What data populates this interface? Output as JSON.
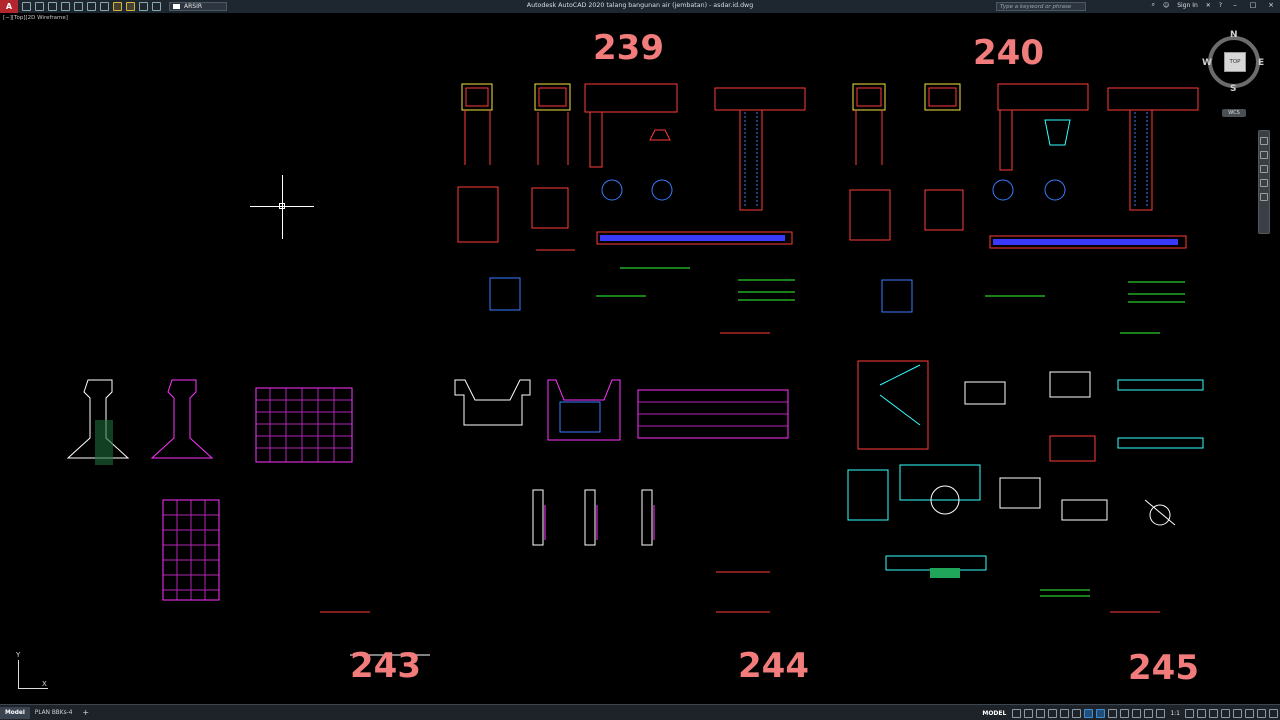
{
  "titlebar": {
    "app_letter": "A",
    "layer": "ARSIR",
    "title": "Autodesk AutoCAD 2020   talang bangunan air (jembatan) - asdar.id.dwg",
    "search_placeholder": "Type a keyword or phrase",
    "sign_in": "Sign In"
  },
  "viewport": {
    "label": "[−][Top][2D Wireframe]"
  },
  "sheets": [
    "239",
    "240",
    "243",
    "244",
    "245"
  ],
  "viewcube": {
    "top": "TOP",
    "north": "N",
    "south": "S",
    "east": "E",
    "west": "W",
    "wcs": "WCS"
  },
  "ucs": {
    "x": "X",
    "y": "Y"
  },
  "tabs": {
    "model": "Model",
    "layout1": "PLAN BBKs-4",
    "add": "+"
  },
  "status": {
    "model": "MODEL",
    "scale": "1:1"
  },
  "colors": {
    "sheet_number": "#f27c7c",
    "background": "#000000"
  }
}
